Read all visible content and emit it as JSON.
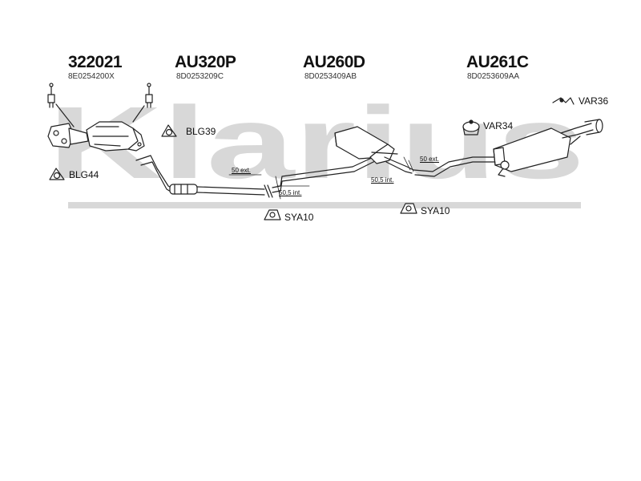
{
  "watermark": {
    "text": "Klarius",
    "color": "#d8d8d8"
  },
  "parts": [
    {
      "code": "322021",
      "oem": "8E0254200X"
    },
    {
      "code": "AU320P",
      "oem": "8D0253209C"
    },
    {
      "code": "AU260D",
      "oem": "8D0253409AB"
    },
    {
      "code": "AU261C",
      "oem": "8D0253609AA"
    }
  ],
  "accessories": [
    {
      "label": "VAR36",
      "icon": "bracket-icon"
    },
    {
      "label": "VAR34",
      "icon": "clamp-icon"
    },
    {
      "label": "BLG39",
      "icon": "gasket-icon"
    },
    {
      "label": "BLG44",
      "icon": "gasket-icon"
    },
    {
      "label": "SYA10",
      "icon": "mounting-rubber-icon"
    },
    {
      "label": "SYA10",
      "icon": "mounting-rubber-icon"
    }
  ],
  "dimensions": [
    {
      "label": "50 ext."
    },
    {
      "label": "50,5 int."
    },
    {
      "label": "50 ext."
    },
    {
      "label": "50,5 int."
    }
  ],
  "colors": {
    "line": "#222222",
    "watermark": "#d8d8d8"
  }
}
